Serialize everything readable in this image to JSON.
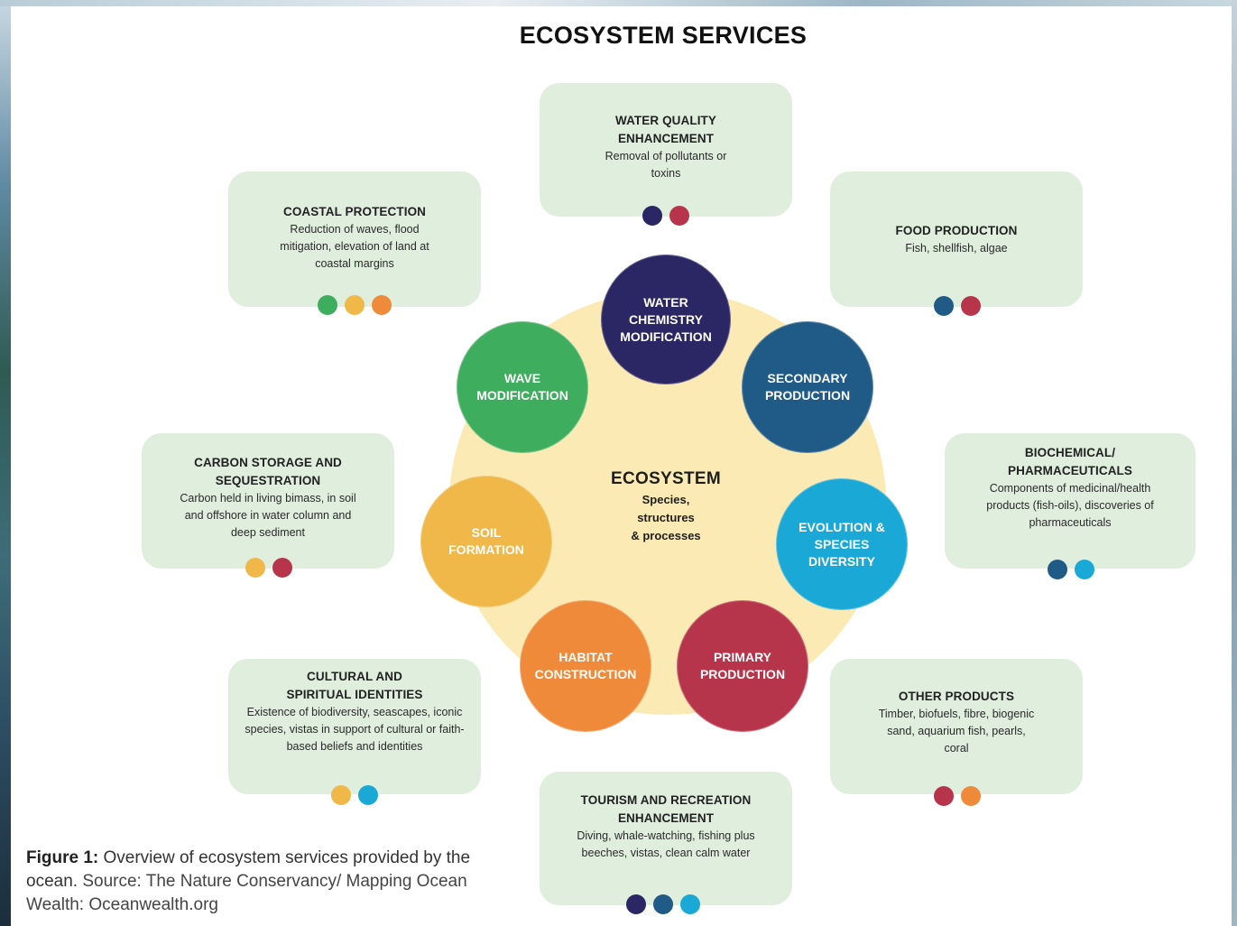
{
  "title": "ECOSYSTEM SERVICES",
  "core": {
    "title": "ECOSYSTEM",
    "subtitle_lines": [
      "Species,",
      "structures",
      "& processes"
    ]
  },
  "colors": {
    "core_bg": "#fbeab3",
    "card_bg": "#dfeedd",
    "water_chemistry": "#2b2664",
    "secondary_production": "#1f5b86",
    "evolution": "#1aa9d6",
    "primary_production": "#b7354a",
    "habitat": "#ee8a3a",
    "soil": "#f0b848",
    "wave": "#3ead5e"
  },
  "processes": [
    {
      "id": "water",
      "label": "WATER CHEMISTRY MODIFICATION",
      "color": "#2b2664"
    },
    {
      "id": "secondary",
      "label": "SECONDARY PRODUCTION",
      "color": "#1f5b86"
    },
    {
      "id": "evolution",
      "label": "EVOLUTION & SPECIES DIVERSITY",
      "color": "#1aa9d6"
    },
    {
      "id": "primary",
      "label": "PRIMARY PRODUCTION",
      "color": "#b7354a"
    },
    {
      "id": "habitat",
      "label": "HABITAT CONSTRUCTION",
      "color": "#ee8a3a"
    },
    {
      "id": "soil",
      "label": "SOIL FORMATION",
      "color": "#f0b848"
    },
    {
      "id": "wave",
      "label": "WAVE MODIFICATION",
      "color": "#3ead5e"
    }
  ],
  "services": [
    {
      "id": "water-quality",
      "title": "WATER QUALITY ENHANCEMENT",
      "desc": "Removal of pollutants or toxins",
      "dots": [
        "#2b2664",
        "#b7354a"
      ]
    },
    {
      "id": "coastal-protection",
      "title": "COASTAL PROTECTION",
      "desc": "Reduction of waves, flood mitigation, elevation of land at coastal margins",
      "dots": [
        "#3ead5e",
        "#f0b848",
        "#ee8a3a"
      ]
    },
    {
      "id": "food-production",
      "title": "FOOD PRODUCTION",
      "desc": "Fish, shellfish, algae",
      "dots": [
        "#1f5b86",
        "#b7354a"
      ]
    },
    {
      "id": "carbon-storage",
      "title": "CARBON STORAGE AND SEQUESTRATION",
      "desc": "Carbon held in living bimass, in soil and offshore in water column and deep sediment",
      "dots": [
        "#f0b848",
        "#b7354a"
      ]
    },
    {
      "id": "biochemical",
      "title": "BIOCHEMICAL/ PHARMACEUTICALS",
      "desc": "Components of medicinal/health products (fish-oils), discoveries of pharmaceuticals",
      "dots": [
        "#1f5b86",
        "#1aa9d6"
      ]
    },
    {
      "id": "cultural",
      "title": "CULTURAL AND SPIRITUAL IDENTITIES",
      "desc": "Existence of biodiversity, seascapes, iconic species, vistas in support of cultural or faith-based beliefs and identities",
      "dots": [
        "#f0b848",
        "#1aa9d6"
      ]
    },
    {
      "id": "other-products",
      "title": "OTHER PRODUCTS",
      "desc": "Timber, biofuels, fibre, biogenic sand, aquarium fish, pearls, coral",
      "dots": [
        "#b7354a",
        "#ee8a3a"
      ]
    },
    {
      "id": "tourism",
      "title": "TOURISM AND RECREATION ENHANCEMENT",
      "desc": "Diving, whale-watching, fishing plus beeches, vistas, clean calm water",
      "dots": [
        "#2b2664",
        "#1f5b86",
        "#1aa9d6"
      ]
    }
  ],
  "caption": {
    "label": "Figure 1:",
    "text": " Overview of ecosystem services provided by the ocean.",
    "source": " Source: The Nature Conservancy/ Mapping Ocean Wealth: Oceanwealth.org"
  }
}
